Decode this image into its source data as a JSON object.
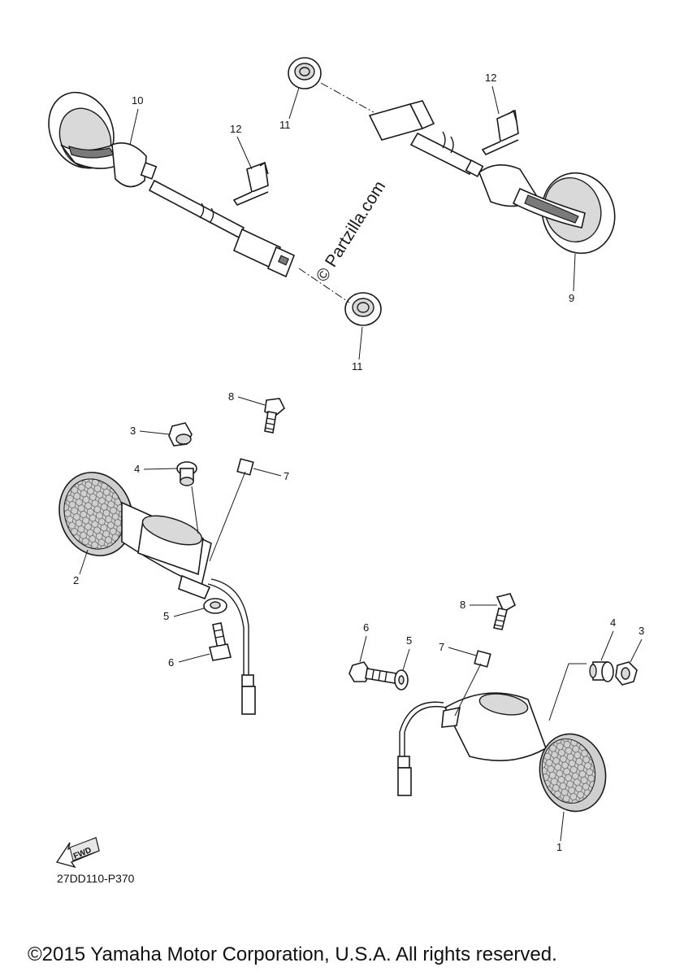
{
  "diagram": {
    "code": "27DD110-P370",
    "copyright": "©2015 Yamaha Motor Corporation, U.S.A. All rights reserved.",
    "watermark": "© Partzilla.com",
    "fwd_label": "FWD",
    "callouts": {
      "c10": "10",
      "c12a": "12",
      "c11a": "11",
      "c12b": "12",
      "c9": "9",
      "c11b": "11",
      "c8a": "8",
      "c3a": "3",
      "c4a": "4",
      "c7a": "7",
      "c2": "2",
      "c5a": "5",
      "c6a": "6",
      "c8b": "8",
      "c6b": "6",
      "c5b": "5",
      "c7b": "7",
      "c4b": "4",
      "c3b": "3",
      "c1": "1"
    }
  }
}
